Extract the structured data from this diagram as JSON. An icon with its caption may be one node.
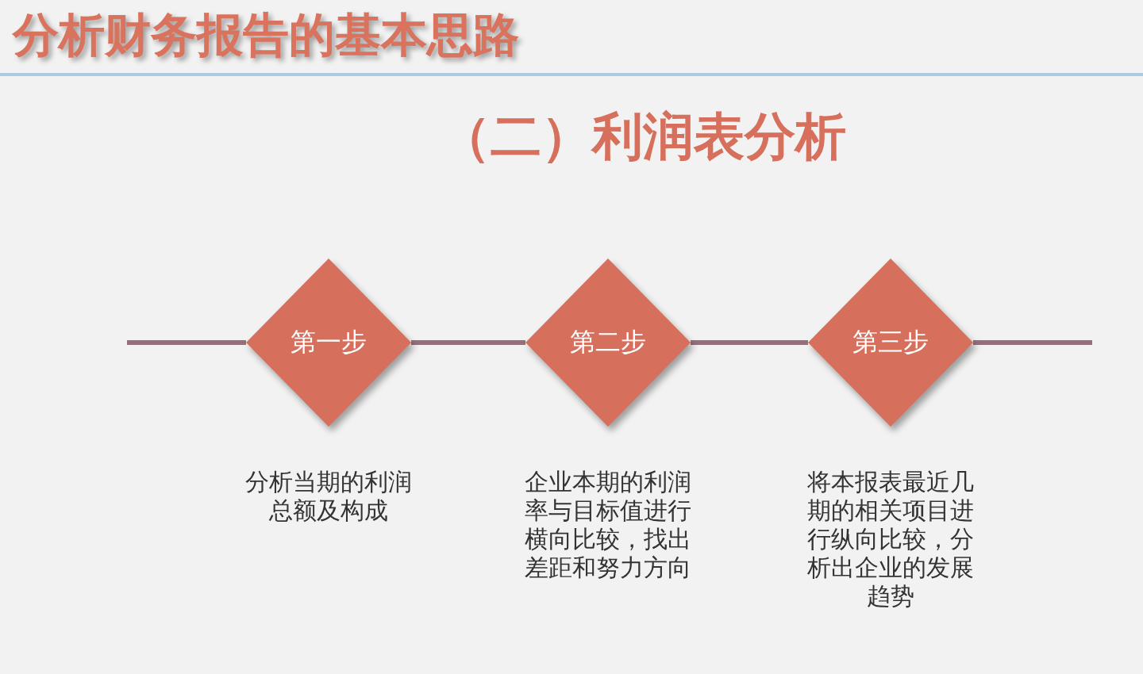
{
  "diagram": {
    "title": "分析财务报告的基本思路",
    "nodes": [
      {
        "text": [
          "第一步"
        ],
        "beside": [
          "分析当期的利润总额及构成"
        ]
      },
      {
        "text": [
          "第二步"
        ],
        "beside": [
          "企业本期的利润率与目标值进行横向比较，找出差距和努力方向"
        ]
      },
      {
        "text": [
          "第三步"
        ],
        "beside": [
          "将本报表最近几期的相关项目进行纵向比较，分析出企业的发展趋势"
        ]
      }
    ],
    "edges": [
      {
        "from": null,
        "to": 0,
        "arrow": "none"
      },
      {
        "from": 0,
        "to": 1,
        "arrow": "none"
      },
      {
        "from": 1,
        "to": 2,
        "arrow": "none"
      },
      {
        "from": 2,
        "to": null,
        "arrow": "none"
      }
    ],
    "labels": [
      "（二）利润表分析"
    ]
  }
}
